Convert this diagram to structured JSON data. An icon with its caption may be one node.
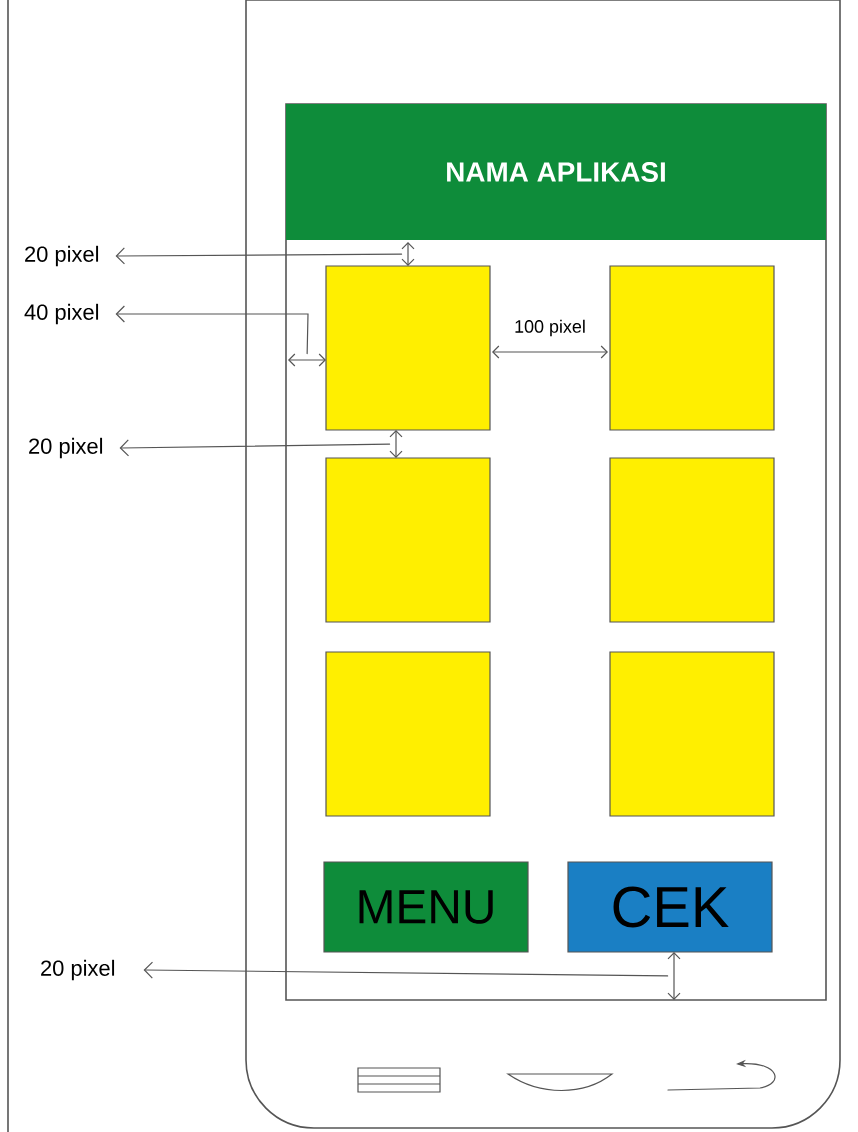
{
  "diagram": {
    "nodes": [
      {
        "text": [
          "NAMA APLIKASI"
        ]
      },
      {
        "text": [],
        "shape": "box"
      },
      {
        "text": [],
        "shape": "box"
      },
      {
        "text": [],
        "shape": "box"
      },
      {
        "text": [],
        "shape": "box"
      },
      {
        "text": [],
        "shape": "box"
      },
      {
        "text": [],
        "shape": "box"
      },
      {
        "text": [
          "MENU"
        ]
      },
      {
        "text": [
          "CEK"
        ]
      },
      {
        "text": [
          "20 pixel"
        ]
      },
      {
        "text": [
          "40 pixel"
        ]
      },
      {
        "text": [
          "20 pixel"
        ]
      },
      {
        "text": [
          "20 pixel"
        ]
      },
      {
        "text": [],
        "shape": "arrow"
      },
      {
        "text": [],
        "shape": "arrow"
      },
      {
        "text": [],
        "shape": "arrow"
      },
      {
        "text": [],
        "shape": "arrow"
      },
      {
        "text": [],
        "shape": "arrow"
      }
    ],
    "edges": [
      {
        "from": 13,
        "to": 9,
        "arrow": "to"
      },
      {
        "from": 14,
        "to": 10,
        "arrow": "to"
      },
      {
        "from": 16,
        "to": 11,
        "arrow": "to"
      },
      {
        "from": 17,
        "to": 12,
        "arrow": "to"
      }
    ],
    "labels": [
      "100 pixel"
    ]
  }
}
